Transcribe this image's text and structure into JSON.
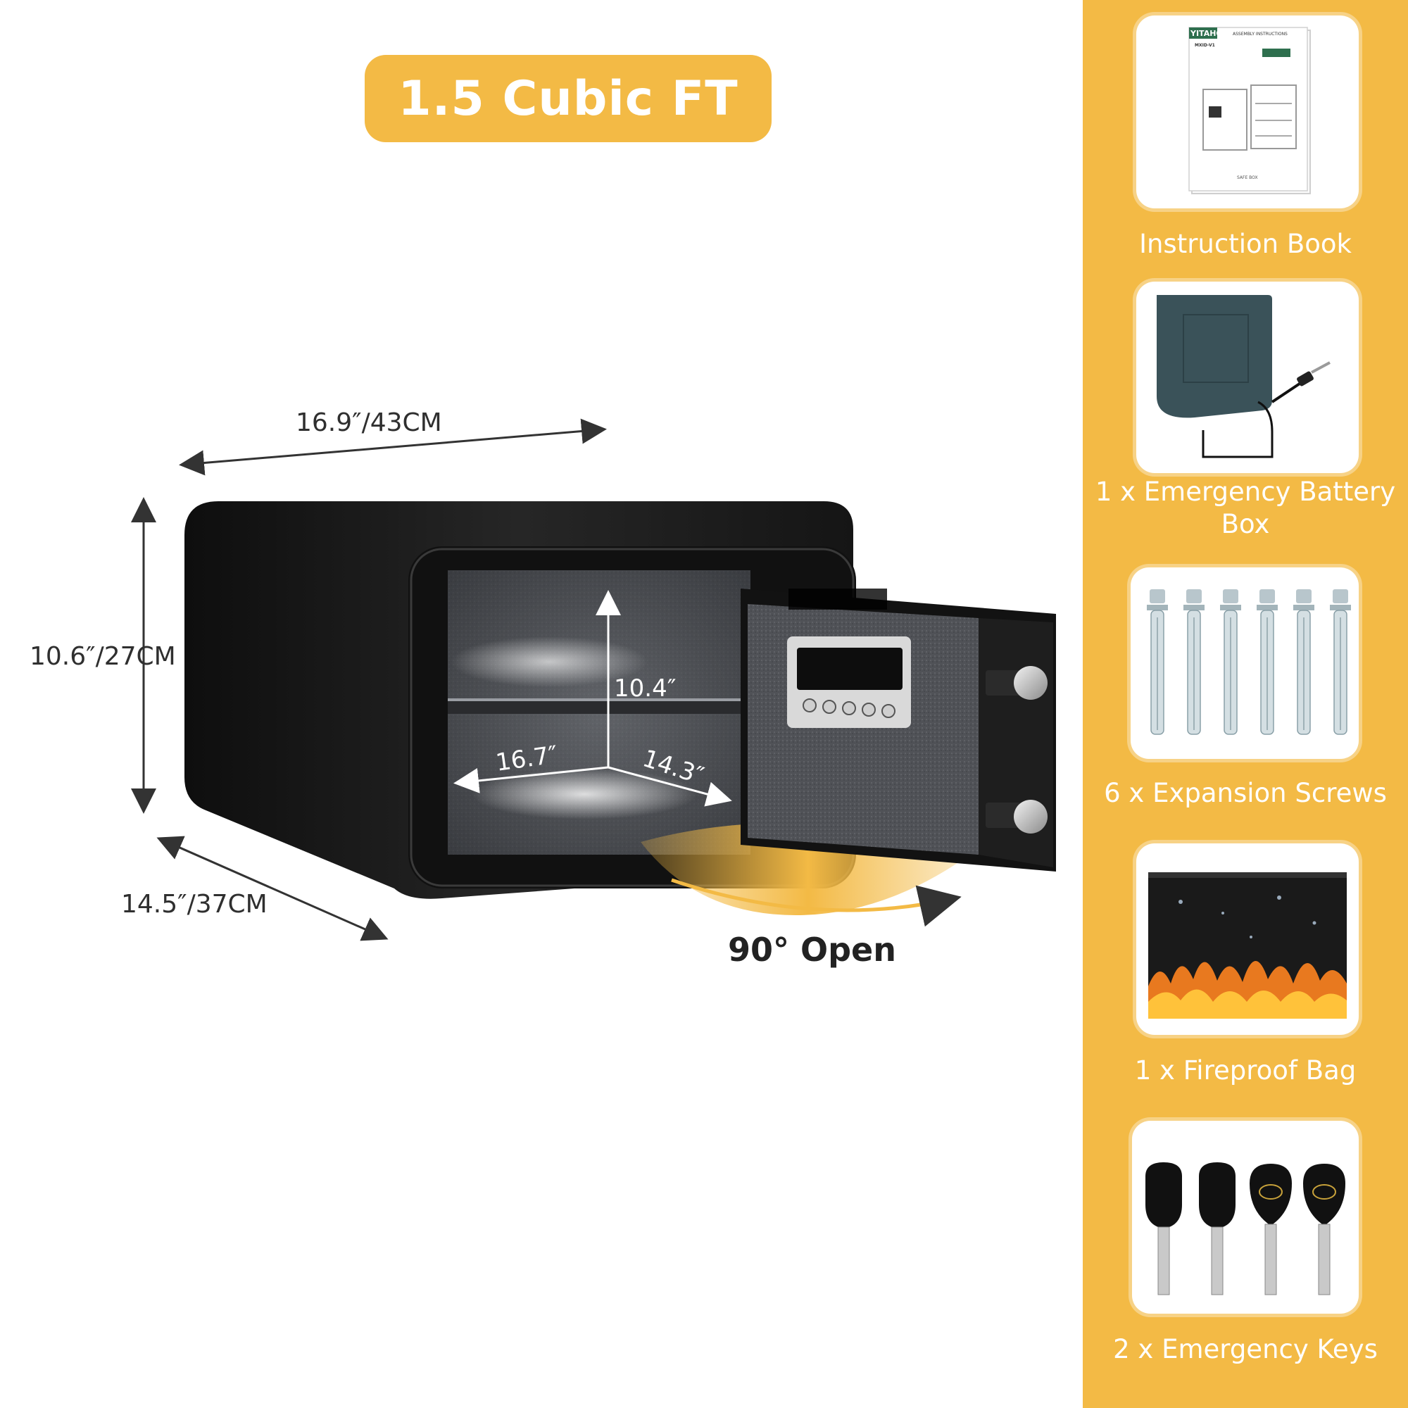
{
  "title": "1.5 Cubic FT",
  "dimensions": {
    "width": "16.9″/43CM",
    "height": "10.6″/27CM",
    "depth": "14.5″/37CM",
    "inner_height": "10.4″",
    "inner_width": "16.7″",
    "inner_depth": "14.3″"
  },
  "door_open_label": "90° Open",
  "colors": {
    "accent": "#F3BA45",
    "safe_body": "#1b1b1b"
  },
  "accessories": [
    {
      "label": "Instruction Book",
      "icon": "manual-icon",
      "manual_brand": "YITAHOME",
      "manual_heading": "ASSEMBLY INSTRUCTIONS",
      "manual_model": "MXID-V1",
      "manual_footer": "SAFE BOX"
    },
    {
      "label": "1 x Emergency Battery Box",
      "icon": "battery-box-icon"
    },
    {
      "label": "6 x Expansion Screws",
      "icon": "expansion-screw-icon"
    },
    {
      "label": "1 x Fireproof Bag",
      "icon": "fireproof-bag-icon"
    },
    {
      "label": "2 x Emergency Keys",
      "icon": "key-icon"
    }
  ]
}
